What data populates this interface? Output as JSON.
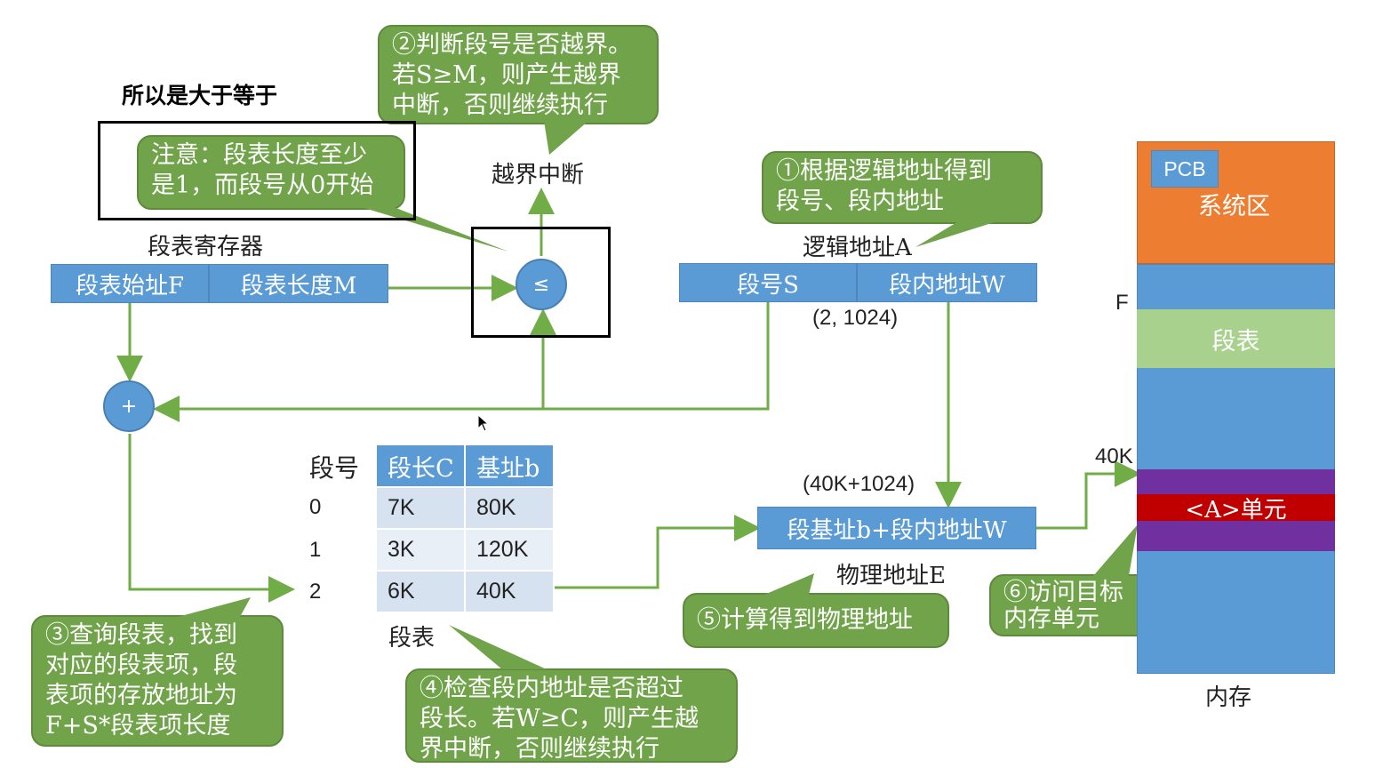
{
  "note_heading": "所以是大于等于",
  "callouts": {
    "step2": [
      "②判断段号是否越界。",
      "若S≥M，则产生越界",
      "中断，否则继续执行"
    ],
    "note": [
      "注意：段表长度至少",
      "是1，而段号从0开始"
    ],
    "step1": [
      "①根据逻辑地址得到",
      "段号、段内地址"
    ],
    "step3": [
      "③查询段表，找到",
      "对应的段表项，段",
      "表项的存放地址为",
      "F+S*段表项长度"
    ],
    "step4": [
      "④检查段内地址是否超过",
      "段长。若W≥C，则产生越",
      "界中断，否则继续执行"
    ],
    "step5": [
      "⑤计算得到物理地址"
    ],
    "step6": [
      "⑥访问目标",
      "内存单元"
    ]
  },
  "labels": {
    "overflow_interrupt": "越界中断",
    "segment_table_register": "段表寄存器",
    "logical_address": "逻辑地址A",
    "logical_value": "(2, 1024)",
    "physical_value": "(40K+1024)",
    "physical_address": "物理地址E",
    "segment_table": "段表",
    "segment_no_header": "段号",
    "memory": "内存"
  },
  "boxes": {
    "table_start": "段表始址F",
    "table_length": "段表长度M",
    "segment_no": "段号S",
    "offset": "段内地址W",
    "physical_calc": "段基址b+段内地址W"
  },
  "operators": {
    "compare": "≤",
    "add": "+"
  },
  "segment_table": {
    "headers": [
      "段长C",
      "基址b"
    ],
    "rows": [
      {
        "id": "0",
        "length": "7K",
        "base": "80K"
      },
      {
        "id": "1",
        "length": "3K",
        "base": "120K"
      },
      {
        "id": "2",
        "length": "6K",
        "base": "40K"
      }
    ]
  },
  "memory": {
    "pcb": "PCB",
    "system_area": "系统区",
    "seg_table": "段表",
    "unit": "<A>单元",
    "marker_f": "F",
    "marker_40k": "40K"
  },
  "colors": {
    "callout_green": "#70a34a",
    "box_blue": "#5b9bd5",
    "system_orange": "#ed7d31",
    "segtable_green": "#a9d18e",
    "unit_red": "#c00000",
    "unit_purple": "#7030a0",
    "arrow_green": "#70ad47"
  }
}
